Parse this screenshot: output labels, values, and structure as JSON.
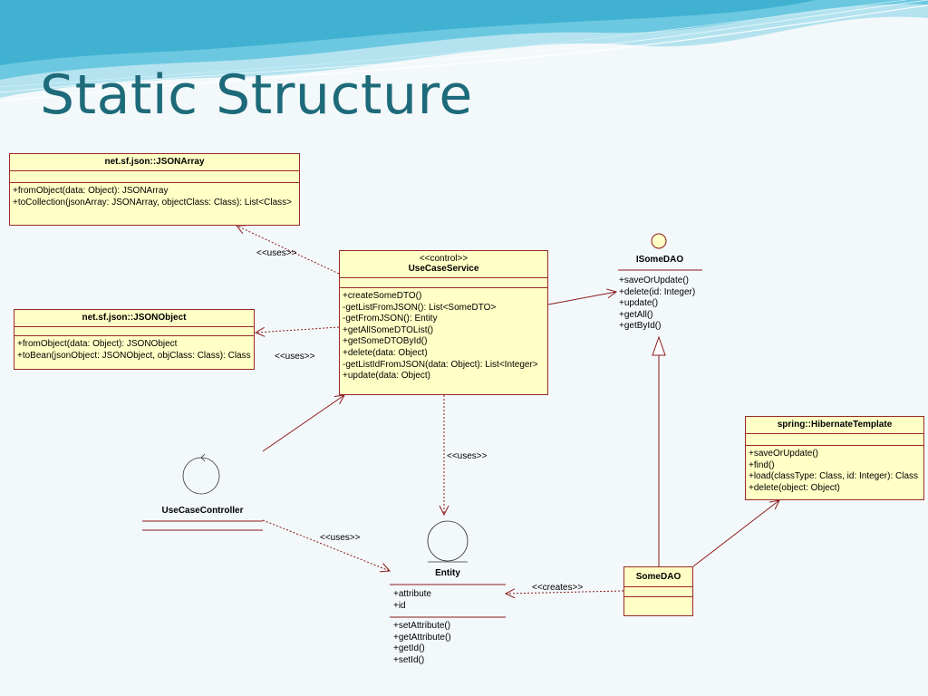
{
  "slide": {
    "title": "Static Structure"
  },
  "classes": {
    "jsonarray": {
      "name": "net.sf.json::JSONArray",
      "operations": [
        "+fromObject(data: Object): JSONArray",
        "+toCollection(jsonArray: JSONArray, objectClass: Class): List<Class>"
      ]
    },
    "jsonobject": {
      "name": "net.sf.json::JSONObject",
      "operations": [
        "+fromObject(data: Object): JSONObject",
        "+toBean(jsonObject: JSONObject, objClass: Class): Class"
      ]
    },
    "usecaseservice": {
      "stereotype": "<<control>>",
      "name": "UseCaseService",
      "operations": [
        "+createSomeDTO()",
        "-getListFromJSON(): List<SomeDTO>",
        "-getFromJSON(): Entity",
        "+getAllSomeDTOList()",
        "+getSomeDTOById()",
        "+delete(data: Object)",
        "-getListIdFromJSON(data: Object): List<Integer>",
        "+update(data: Object)"
      ]
    },
    "isomedao": {
      "name": "ISomeDAO",
      "operations": [
        "+saveOrUpdate()",
        "+delete(id: Integer)",
        "+update()",
        "+getAll()",
        "+getById()"
      ]
    },
    "hibernatetemplate": {
      "name": "spring::HibernateTemplate",
      "operations": [
        "+saveOrUpdate()",
        "+find()",
        "+load(classType: Class, id: Integer): Class",
        "+delete(object: Object)"
      ]
    },
    "usecasecontroller": {
      "name": "UseCaseController"
    },
    "entity": {
      "name": "Entity",
      "attributes": [
        "+attribute",
        "+id"
      ],
      "operations": [
        "+setAttribute()",
        "+getAttribute()",
        "+getId()",
        "+setId()"
      ]
    },
    "somedao": {
      "name": "SomeDAO"
    }
  },
  "labels": {
    "uses_jsonarray": "<<uses>>",
    "uses_jsonobject": "<<uses>>",
    "uses_entity_service": "<<uses>>",
    "uses_entity_controller": "<<uses>>",
    "creates": "<<creates>>"
  },
  "colors": {
    "class_fill": "#ffffc6",
    "class_border": "#9a2a2a",
    "connector": "#8b1a1a",
    "title": "#1d6a7a"
  }
}
